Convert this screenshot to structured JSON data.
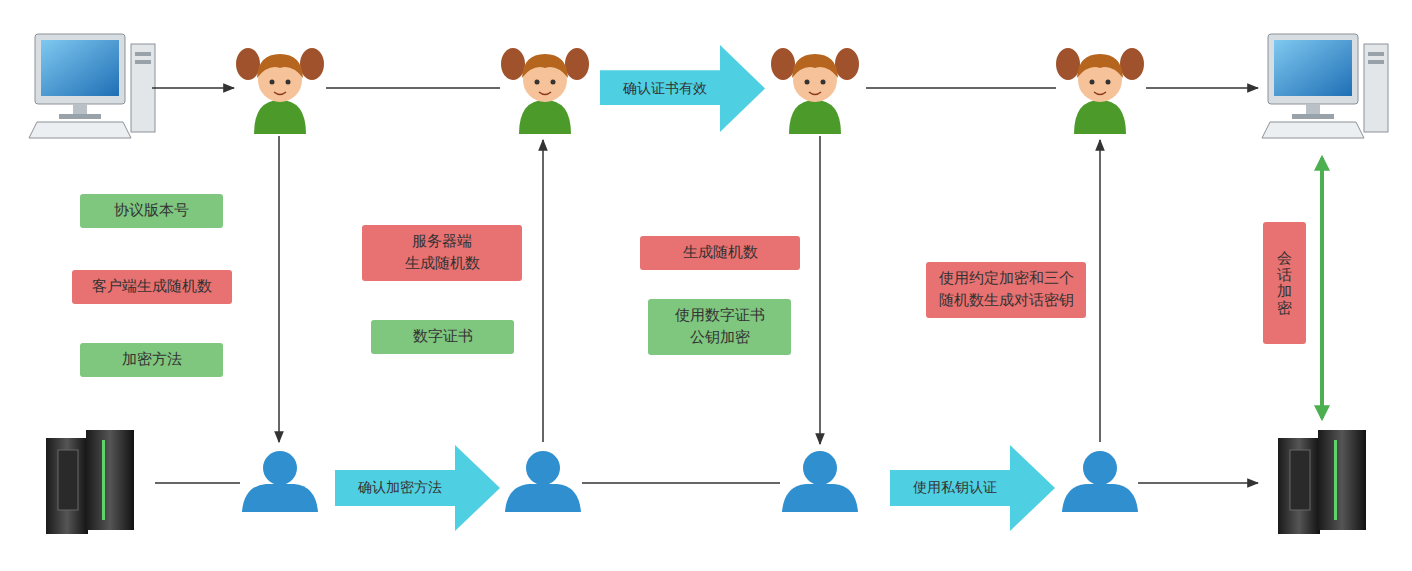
{
  "diagram": {
    "nodes": [
      {
        "text": [
          "协议版本号"
        ]
      },
      {
        "text": [
          "客户端生成随机数"
        ]
      },
      {
        "text": [
          "加密方法"
        ]
      },
      {
        "text": [
          "确认加密方法"
        ]
      },
      {
        "text": [
          "服务器端 生成随机数"
        ]
      },
      {
        "text": [
          "数字证书"
        ]
      },
      {
        "text": [
          "确认证书有效"
        ]
      },
      {
        "text": [
          "生成随机数"
        ]
      },
      {
        "text": [
          "使用数字证书 公钥加密"
        ]
      },
      {
        "text": [
          "使用私钥认证"
        ]
      },
      {
        "text": [
          "使用约定加密和三个随机数生成对话密钥"
        ]
      },
      {
        "text": [
          "会话加密"
        ]
      }
    ]
  }
}
